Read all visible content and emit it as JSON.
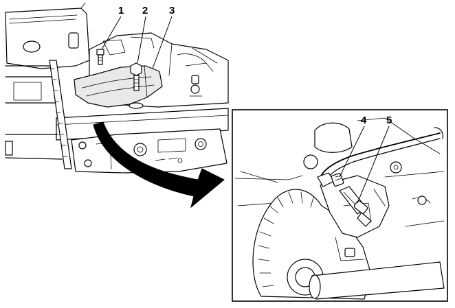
{
  "callouts": [
    {
      "id": "1",
      "label": "1"
    },
    {
      "id": "2",
      "label": "2"
    },
    {
      "id": "3",
      "label": "3"
    },
    {
      "id": "4",
      "label": "4"
    },
    {
      "id": "5",
      "label": "5"
    }
  ],
  "colors": {
    "line": "#000000",
    "background": "#ffffff",
    "arrow_fill": "#000000"
  }
}
